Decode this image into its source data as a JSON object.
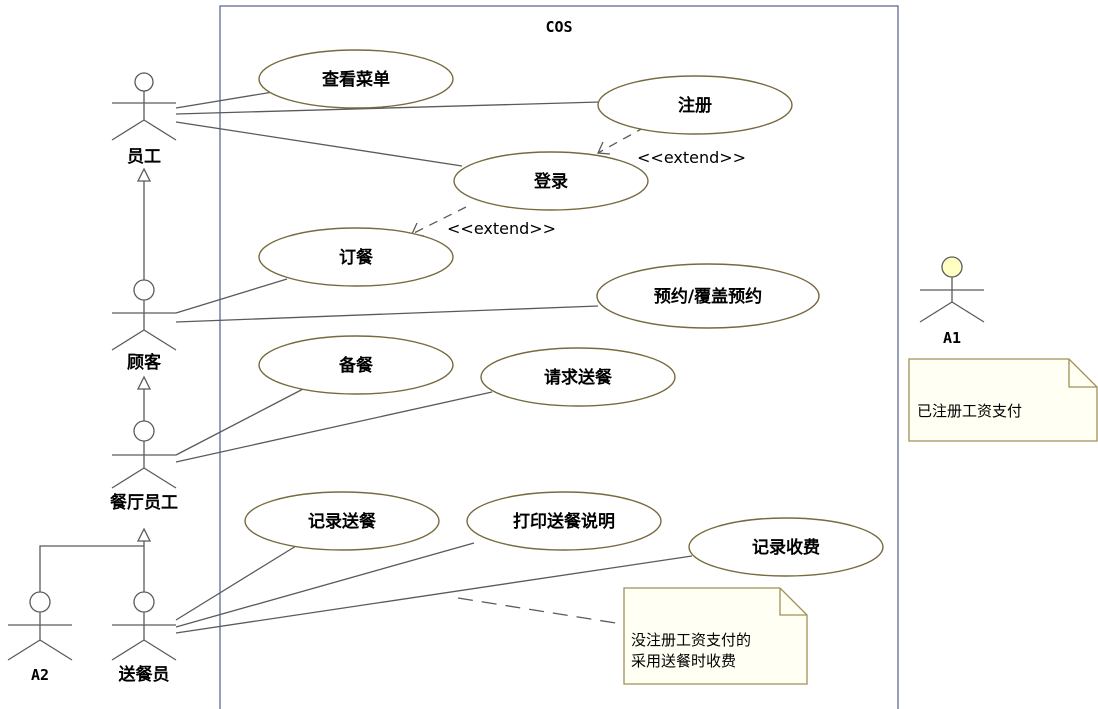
{
  "diagram": {
    "system_title": "COS",
    "use_cases": {
      "view_menu": "查看菜单",
      "register": "注册",
      "login": "登录",
      "order": "订餐",
      "reserve": "预约/覆盖预约",
      "prepare": "备餐",
      "request_delivery": "请求送餐",
      "record_delivery": "记录送餐",
      "print_delivery": "打印送餐说明",
      "record_payment": "记录收费"
    },
    "actors": {
      "employee": "员工",
      "customer": "顾客",
      "staff": "餐厅员工",
      "courier": "送餐员",
      "a1": "A1",
      "a2": "A2"
    },
    "stereotypes": {
      "extend_register": "<<extend>>",
      "extend_order": "<<extend>>"
    },
    "notes": {
      "paid_note": "已注册工资支付",
      "unpaid_note_line1": "没注册工资支付的",
      "unpaid_note_line2": "采用送餐时收费"
    },
    "colors": {
      "line": "#5a5a5a",
      "use_case_border": "#766a3e",
      "note_fill": "#fffff4",
      "note_border": "#a08f55",
      "system_border": "#6c759b",
      "actor_head_a1": "#ffffc4"
    }
  }
}
